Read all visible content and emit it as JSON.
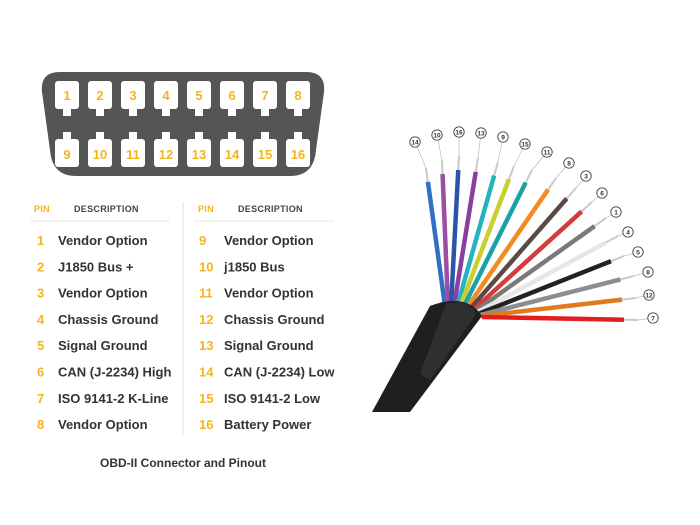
{
  "connector": {
    "top_pins": [
      "1",
      "2",
      "3",
      "4",
      "5",
      "6",
      "7",
      "8"
    ],
    "bottom_pins": [
      "9",
      "10",
      "11",
      "12",
      "13",
      "14",
      "15",
      "16"
    ],
    "body_color": "#555555",
    "pin_color": "#ffffff",
    "number_color": "#f3b51c"
  },
  "table": {
    "header_pin": "PIN",
    "header_description": "DESCRIPTION",
    "left": [
      {
        "pin": "1",
        "description": "Vendor Option"
      },
      {
        "pin": "2",
        "description": "J1850 Bus +"
      },
      {
        "pin": "3",
        "description": "Vendor Option"
      },
      {
        "pin": "4",
        "description": "Chassis Ground"
      },
      {
        "pin": "5",
        "description": "Signal Ground"
      },
      {
        "pin": "6",
        "description": "CAN (J-2234) High"
      },
      {
        "pin": "7",
        "description": "ISO 9141-2 K-Line"
      },
      {
        "pin": "8",
        "description": "Vendor Option"
      }
    ],
    "right": [
      {
        "pin": "9",
        "description": "Vendor Option"
      },
      {
        "pin": "10",
        "description": "j1850 Bus"
      },
      {
        "pin": "11",
        "description": "Vendor Option"
      },
      {
        "pin": "12",
        "description": "Chassis Ground"
      },
      {
        "pin": "13",
        "description": "Signal Ground"
      },
      {
        "pin": "14",
        "description": "CAN (J-2234) Low"
      },
      {
        "pin": "15",
        "description": "ISO 9141-2 Low"
      },
      {
        "pin": "16",
        "description": "Battery Power"
      }
    ]
  },
  "caption": "OBD-II Connector and Pinout",
  "cable": {
    "jacket_color": "#1f1f1f",
    "wires": [
      {
        "label": "14",
        "color": "#2f6fc4"
      },
      {
        "label": "10",
        "color": "#9b4fa3"
      },
      {
        "label": "16",
        "color": "#2a55a8"
      },
      {
        "label": "13",
        "color": "#8a3fa0"
      },
      {
        "label": "9",
        "color": "#25b3c0"
      },
      {
        "label": "15",
        "color": "#c9cf2b"
      },
      {
        "label": "11",
        "color": "#1aa2a8"
      },
      {
        "label": "8",
        "color": "#f28b22"
      },
      {
        "label": "3",
        "color": "#5a4a46"
      },
      {
        "label": "6",
        "color": "#d63a3a"
      },
      {
        "label": "1",
        "color": "#7a7a7a"
      },
      {
        "label": "4",
        "color": "#e6e6e6"
      },
      {
        "label": "5",
        "color": "#222222"
      },
      {
        "label": "8",
        "color": "#8a8d92"
      },
      {
        "label": "12",
        "color": "#e07a1c"
      },
      {
        "label": "7",
        "color": "#e31d1d"
      }
    ]
  }
}
